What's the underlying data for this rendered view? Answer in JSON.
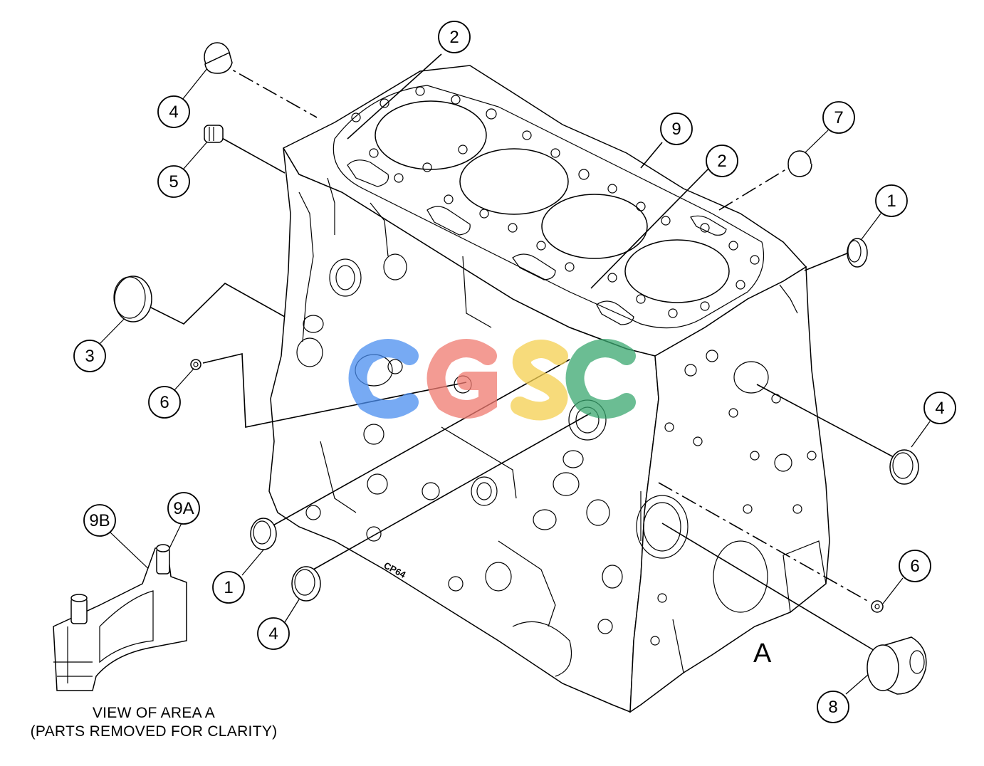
{
  "callouts": [
    {
      "id": "c2a",
      "label": "2"
    },
    {
      "id": "c4a",
      "label": "4"
    },
    {
      "id": "c5",
      "label": "5"
    },
    {
      "id": "c9",
      "label": "9"
    },
    {
      "id": "c7",
      "label": "7"
    },
    {
      "id": "c2b",
      "label": "2"
    },
    {
      "id": "c1a",
      "label": "1"
    },
    {
      "id": "c3",
      "label": "3"
    },
    {
      "id": "c6a",
      "label": "6"
    },
    {
      "id": "c4b",
      "label": "4"
    },
    {
      "id": "c9b",
      "label": "9B"
    },
    {
      "id": "c9a",
      "label": "9A"
    },
    {
      "id": "c1b",
      "label": "1"
    },
    {
      "id": "c4c",
      "label": "4"
    },
    {
      "id": "c6b",
      "label": "6"
    },
    {
      "id": "c8",
      "label": "8"
    }
  ],
  "area_label": "A",
  "block_stamp": "CP64",
  "watermark": {
    "text": "CGSC",
    "colors": [
      "#4a8ef0",
      "#f07a70",
      "#f5d050",
      "#3aa870"
    ]
  },
  "caption": {
    "line1": "VIEW OF AREA A",
    "line2": "(PARTS REMOVED FOR CLARITY)"
  }
}
